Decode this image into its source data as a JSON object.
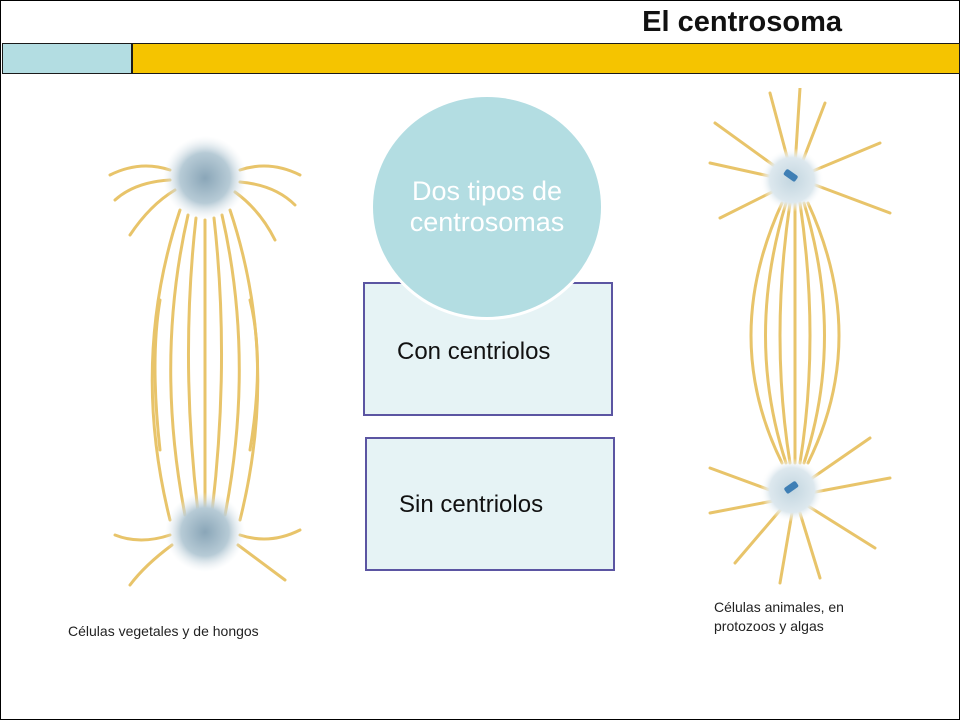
{
  "slide": {
    "title": "El centrosoma"
  },
  "diagram": {
    "center_label": "Dos tipos de centrosomas",
    "types": [
      {
        "label": "Con centriolos"
      },
      {
        "label": "Sin centriolos"
      }
    ]
  },
  "figures": {
    "left_caption": "Células vegetales y de hongos",
    "right_caption_line1": "Células animales, en",
    "right_caption_line2": "protozoos y algas"
  },
  "colors": {
    "accent_blue": "#b3dde2",
    "accent_gold": "#f5c400",
    "box_border": "#5b55a2",
    "fiber": "#e8c46a"
  }
}
